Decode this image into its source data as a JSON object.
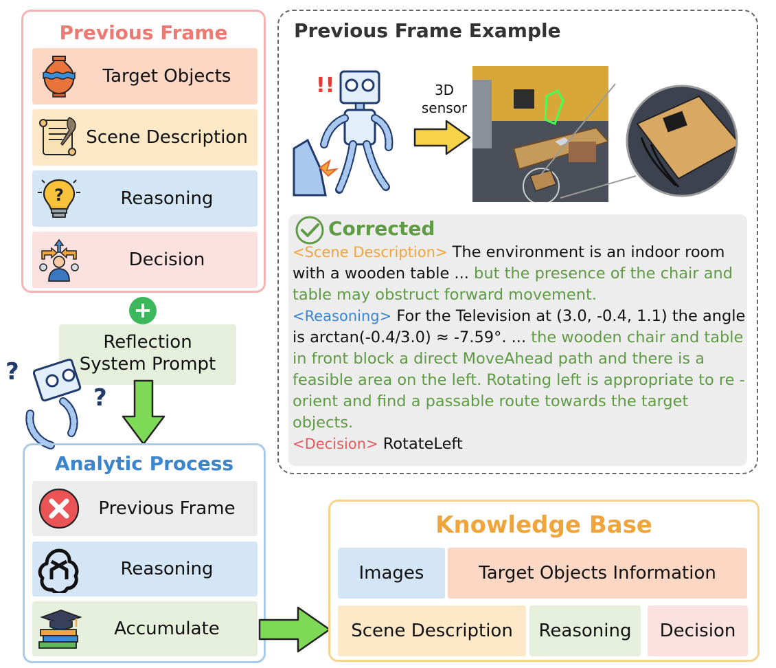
{
  "previous_frame": {
    "title": "Previous Frame",
    "items": [
      {
        "label": "Target Objects",
        "color": "#fbd7c4"
      },
      {
        "label": "Scene Description",
        "color": "#fde8c8"
      },
      {
        "label": "Reasoning",
        "color": "#d4e5f5"
      },
      {
        "label": "Decision",
        "color": "#fbe2e1"
      }
    ]
  },
  "plus_symbol": "+",
  "reflection": {
    "line1": "Reflection",
    "line2": "System Prompt"
  },
  "analytic_process": {
    "title": "Analytic Process",
    "items": [
      {
        "label": "Previous Frame",
        "color": "#ececec"
      },
      {
        "label": "Reasoning",
        "color": "#d4e5f5"
      },
      {
        "label": "Accumulate",
        "color": "#e5efdb"
      }
    ]
  },
  "example": {
    "title": "Previous Frame Example",
    "sensor_label_1": "3D",
    "sensor_label_2": "sensor",
    "alert": "!!",
    "corrected_title": "Corrected",
    "scene_tag": "<Scene Description>",
    "scene_text": " The environment is an indoor room with a wooden table ...",
    "scene_green": " but the presence of the chair and table may obstruct forward movement.",
    "reasoning_tag": "<Reasoning>",
    "reasoning_text": " For the Television at (3.0, -0.4, 1.1) the angle is arctan(-0.4/3.0) ≈ -7.59°. ...",
    "reasoning_green": " the wooden chair and table in front block a direct MoveAhead path and there is a feasible area on the left. Rotating left is appropriate to re - orient and find a passable route towards the target objects.",
    "decision_tag": "<Decision>",
    "decision_text": " RotateLeft"
  },
  "knowledge_base": {
    "title": "Knowledge Base",
    "cells": {
      "images": "Images",
      "target_objects_info": "Target Objects Information",
      "scene_description": "Scene Description",
      "reasoning": "Reasoning",
      "decision": "Decision"
    }
  },
  "colors": {
    "pf_border": "#f4b3b0",
    "pf_title": "#ea7a72",
    "ap_border": "#a9cbe9",
    "ap_title": "#3b85cc",
    "kb_border": "#f6d38c",
    "kb_title": "#f0a53c",
    "arrow_green": "#7ed957",
    "corrected_green": "#5f9a45"
  }
}
